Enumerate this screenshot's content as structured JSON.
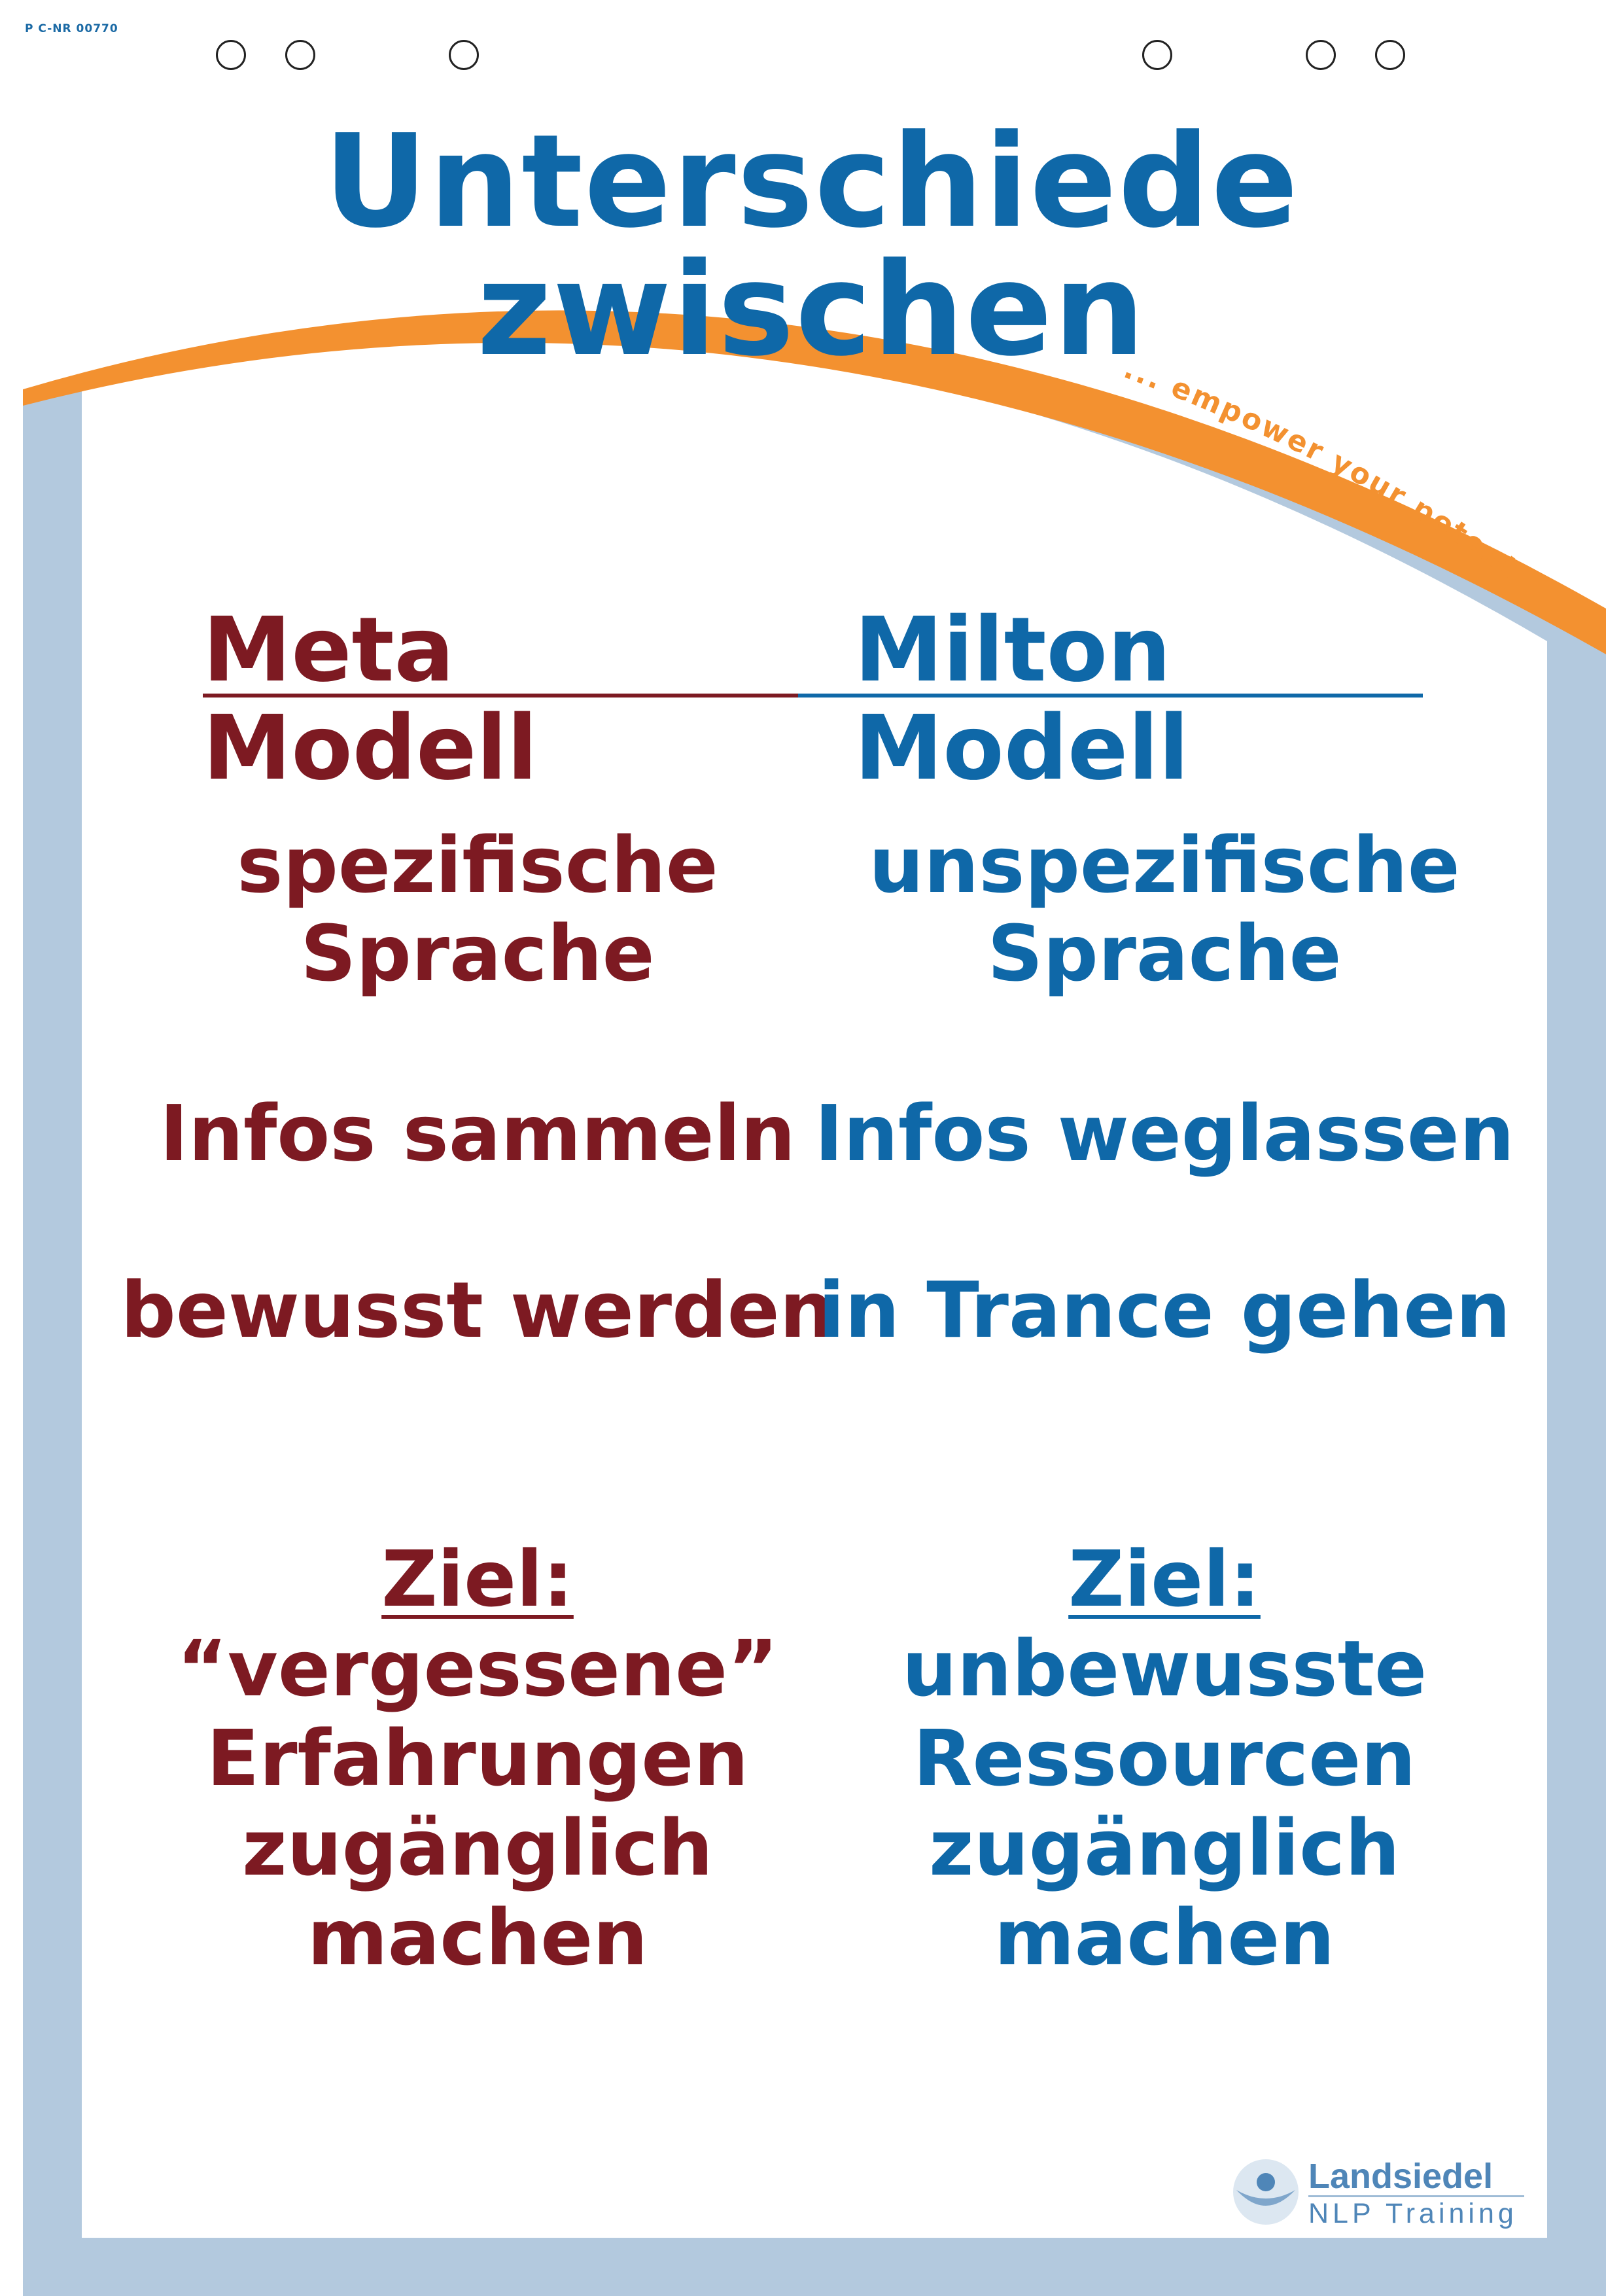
{
  "code": "P C-NR 00770",
  "title": "Unterschiede zwischen",
  "slogan": "... empower your potential!",
  "left": {
    "heading": "Meta Modell",
    "items": [
      [
        "spezifische",
        "Sprache"
      ],
      [
        "Infos sammeln"
      ],
      [
        "bewusst werden"
      ]
    ],
    "goal_label": "Ziel:",
    "goal_lines": [
      "“vergessene”",
      "Erfahrungen",
      "zugänglich",
      "machen"
    ]
  },
  "right": {
    "heading": "Milton Modell",
    "items": [
      [
        "unspezifische",
        "Sprache"
      ],
      [
        "Infos weglassen"
      ],
      [
        "in Trance gehen"
      ]
    ],
    "goal_label": "Ziel:",
    "goal_lines": [
      "unbewusste",
      "Ressourcen",
      "zugänglich",
      "machen"
    ]
  },
  "logo": {
    "name": "Landsiedel",
    "sub": "NLP Training"
  },
  "colors": {
    "left": "#7d1a22",
    "right": "#0f68a8",
    "arc": "#f39130",
    "border": "#b3c9de"
  }
}
